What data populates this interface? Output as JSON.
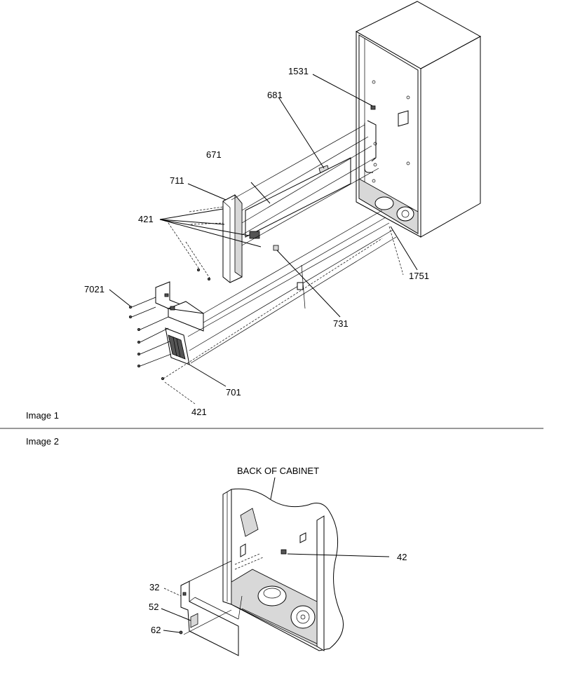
{
  "image1": {
    "caption": "Image 1",
    "callouts": [
      "1531",
      "681",
      "671",
      "711",
      "421",
      "7021",
      "1751",
      "731",
      "701",
      "421"
    ]
  },
  "image2": {
    "caption": "Image 2",
    "title": "BACK OF CABINET",
    "callouts": [
      "42",
      "32",
      "52",
      "62"
    ]
  }
}
